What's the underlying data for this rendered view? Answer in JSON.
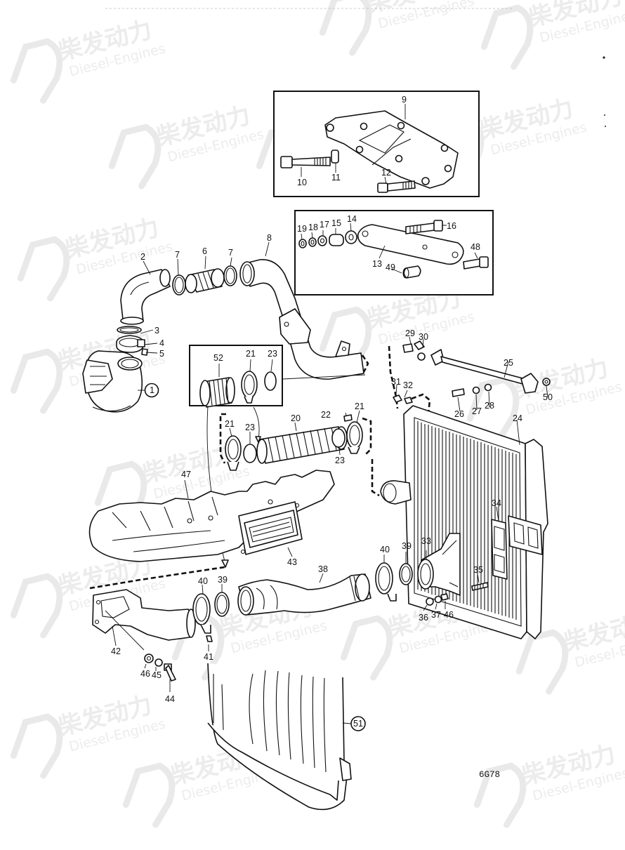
{
  "watermark": {
    "cn": "柴发动力",
    "en": "Diesel-Engines"
  },
  "drawing_code": "6G78",
  "labels": {
    "n1": "1",
    "n2": "2",
    "n3": "3",
    "n4": "4",
    "n5": "5",
    "n6": "6",
    "n7": "7",
    "n8": "8",
    "n9": "9",
    "n10": "10",
    "n11": "11",
    "n12": "12",
    "n13": "13",
    "n14": "14",
    "n15": "15",
    "n16": "16",
    "n17": "17",
    "n18": "18",
    "n19": "19",
    "n20": "20",
    "n21": "21",
    "n22": "22",
    "n23": "23",
    "n24": "24",
    "n25": "25",
    "n26": "26",
    "n27": "27",
    "n28": "28",
    "n29": "29",
    "n30": "30",
    "n31": "31",
    "n32": "32",
    "n33": "33",
    "n34": "34",
    "n35": "35",
    "n36": "36",
    "n37": "37",
    "n38": "38",
    "n39": "39",
    "n40": "40",
    "n41": "41",
    "n42": "42",
    "n43": "43",
    "n44": "44",
    "n45": "45",
    "n46": "46",
    "n47": "47",
    "n48": "48",
    "n49": "49",
    "n50": "50",
    "n51": "51",
    "n52": "52"
  }
}
